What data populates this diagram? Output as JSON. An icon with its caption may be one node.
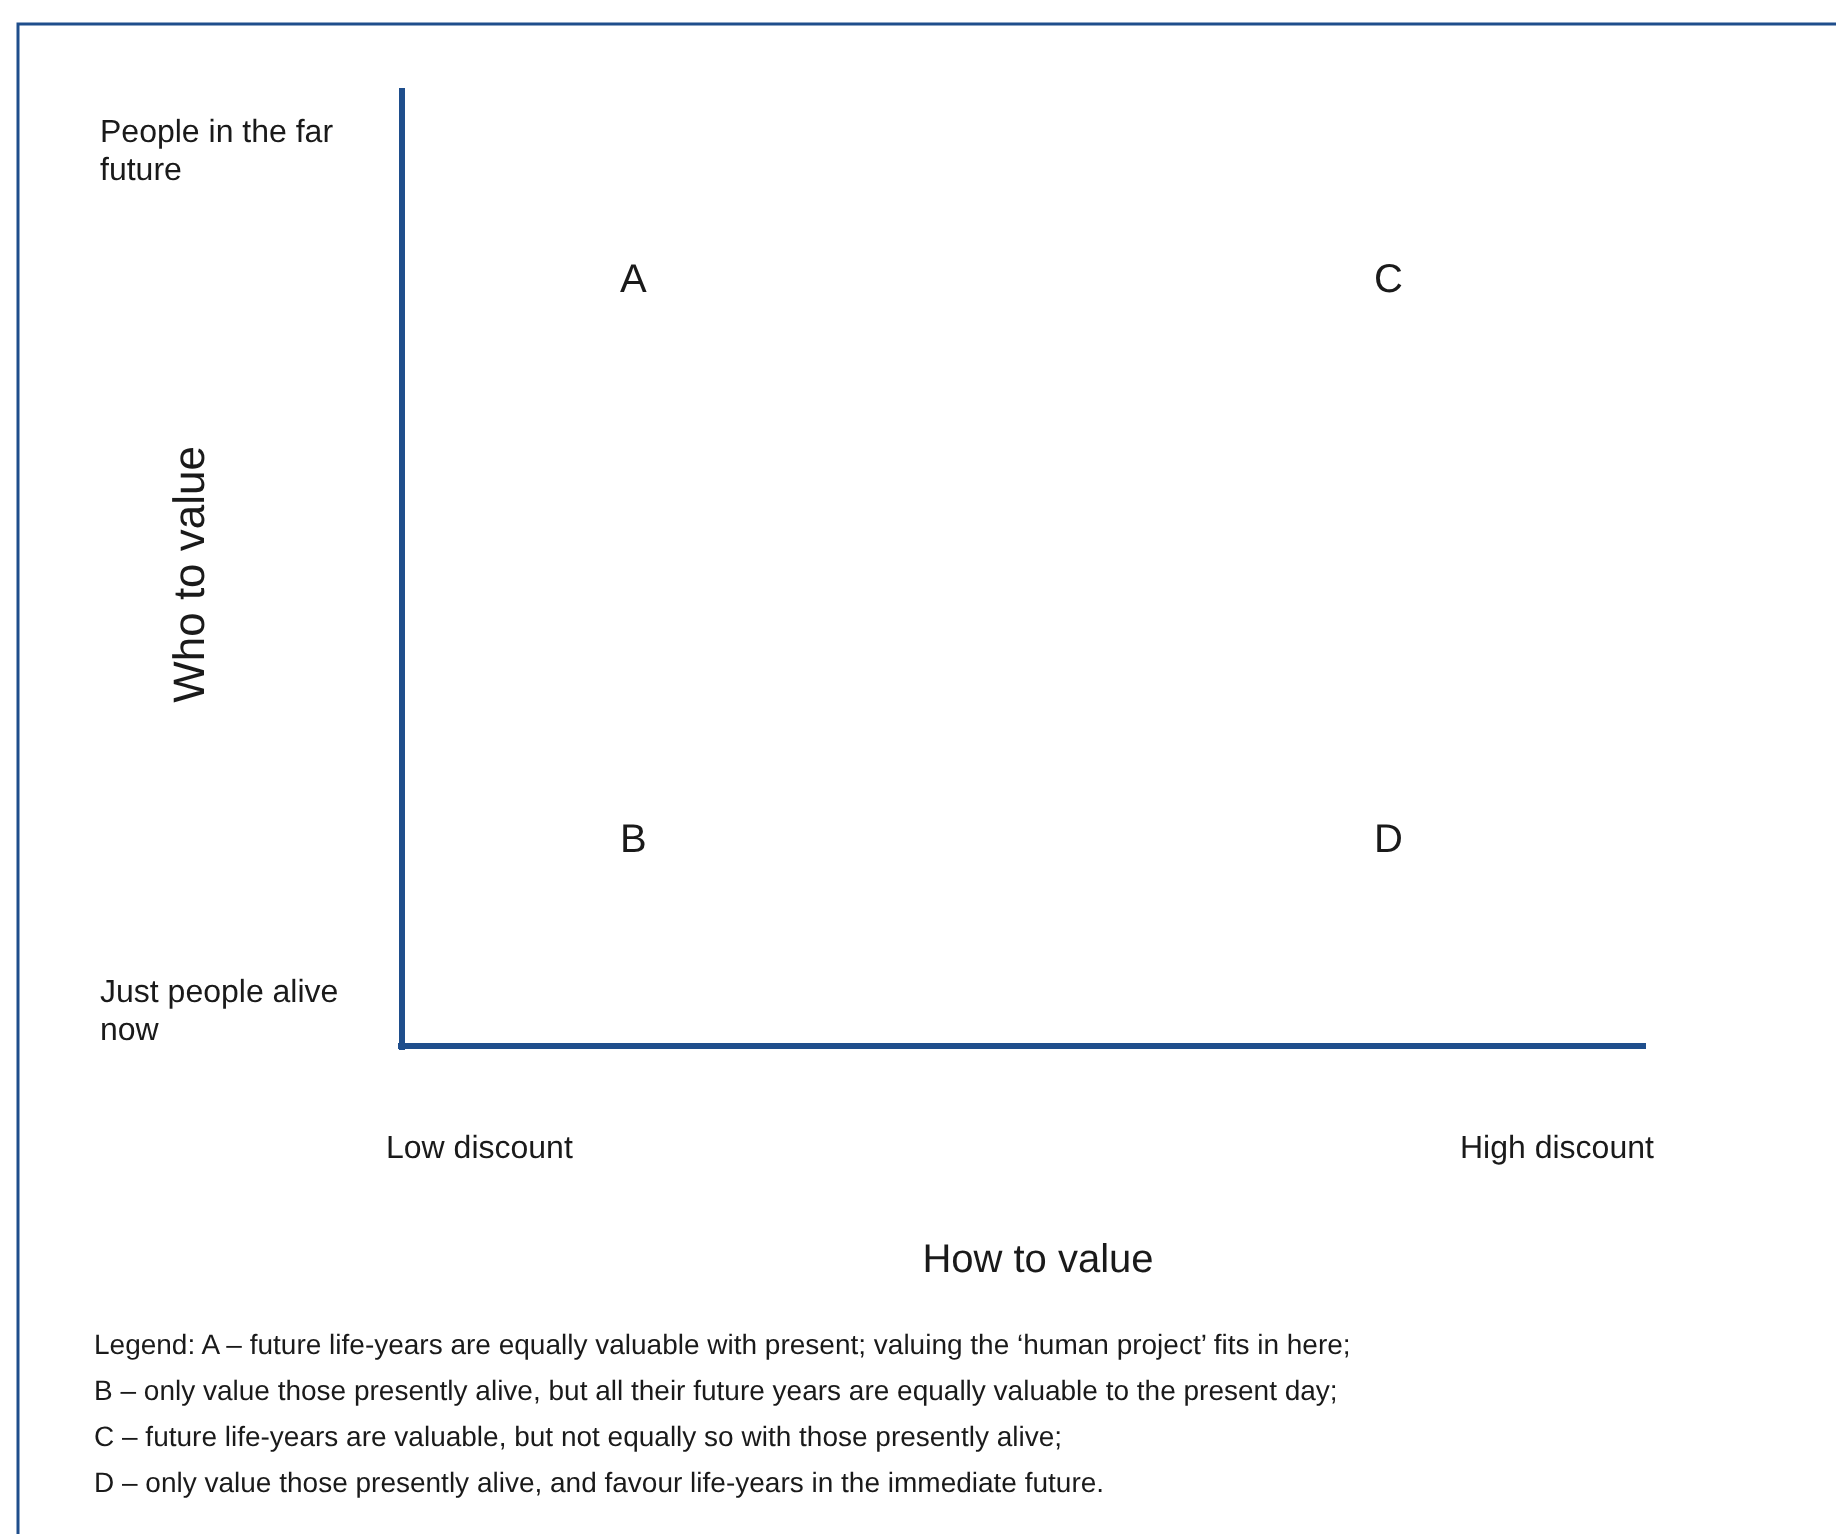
{
  "diagram": {
    "labels": [
      "People in the far future",
      "A",
      "C",
      "Who to value",
      "B",
      "D",
      "Just people alive now",
      "Low discount",
      "High discount",
      "How to value",
      "Legend: A – future life-years are equally valuable with present; valuing the ‘human project’ fits in here;",
      "B – only value those presently alive, but all their future years are equally valuable to the present day;",
      "C – future life-years are valuable, but not equally so with those presently alive;",
      "D – only value those presently alive, and favour life-years in the immediate future."
    ]
  }
}
